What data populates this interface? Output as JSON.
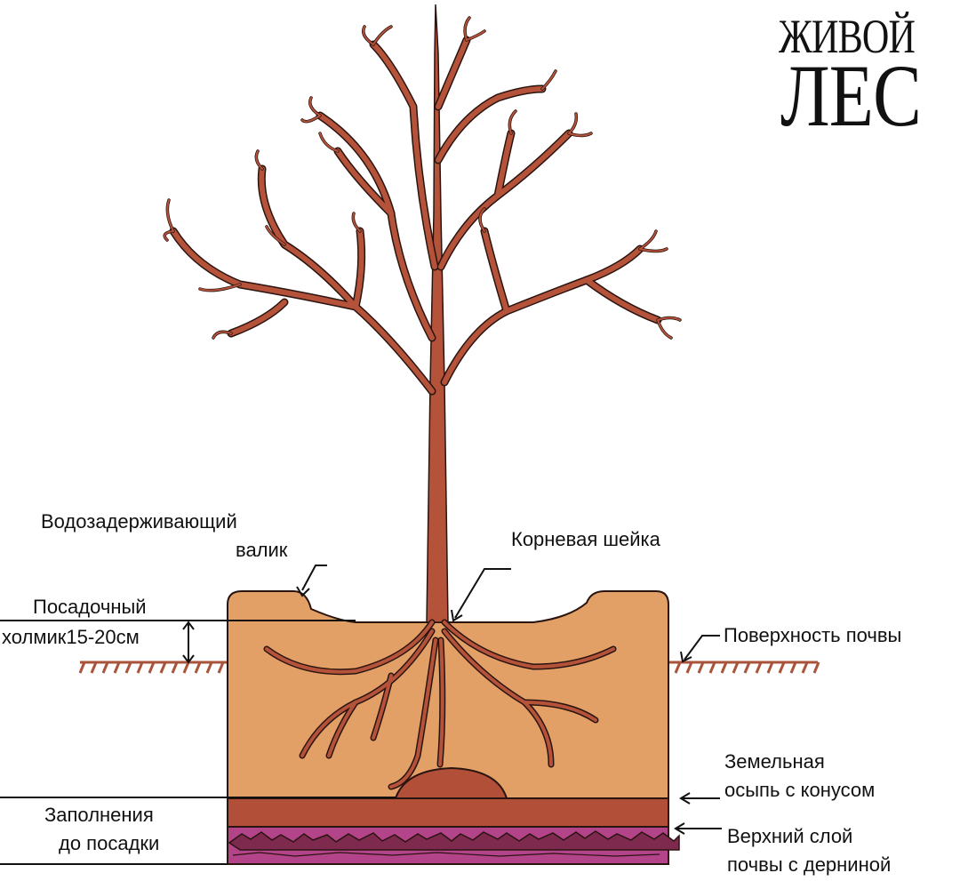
{
  "logo": {
    "line1": "ЖИВОЙ",
    "line2": "ЛЕС"
  },
  "labels": {
    "water_ridge_line1": "Водозадерживающий",
    "water_ridge_line2": "валик",
    "root_collar": "Корневая шейка",
    "mound_line1": "Посадочный",
    "mound_line2": "холмик15-20см",
    "soil_surface": "Поверхность почвы",
    "cone_line1": "Земельная",
    "cone_line2": "осыпь с конусом",
    "fill_line1": "Заполнения",
    "fill_line2": "до посадки",
    "topsoil_line1": "Верхний слой",
    "topsoil_line2": "почвы с дерниной"
  },
  "colors": {
    "tree": "#b5533a",
    "tree_outline": "#2a1410",
    "pit_soil": "#e3a066",
    "bottom_layer": "#b24f38",
    "sod_layer": "#b4448a",
    "sod_blobs": "#7e2a4f",
    "ground": "#a8533a"
  }
}
